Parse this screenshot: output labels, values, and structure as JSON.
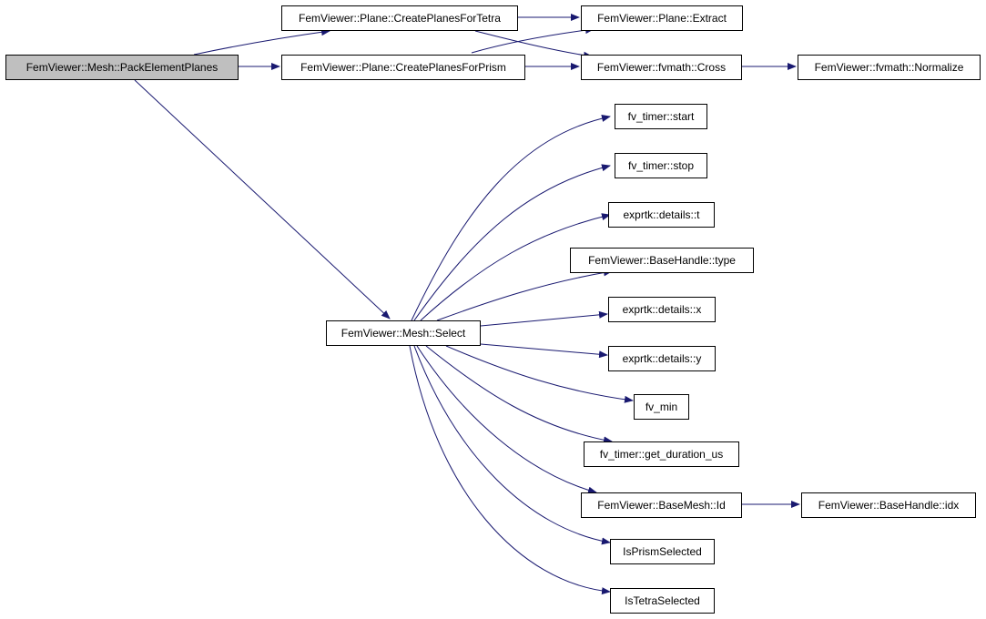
{
  "colors": {
    "edge": "#191970",
    "node_border": "#000000",
    "node_fill": "#ffffff",
    "root_fill": "#bfbfbf"
  },
  "nodes": {
    "pack_element_planes": "FemViewer::Mesh::PackElementPlanes",
    "create_planes_for_tetra": "FemViewer::Plane::CreatePlanesForTetra",
    "create_planes_for_prism": "FemViewer::Plane::CreatePlanesForPrism",
    "plane_extract": "FemViewer::Plane::Extract",
    "fvmath_cross": "FemViewer::fvmath::Cross",
    "fvmath_normalize": "FemViewer::fvmath::Normalize",
    "mesh_select": "FemViewer::Mesh::Select",
    "fv_timer_start": "fv_timer::start",
    "fv_timer_stop": "fv_timer::stop",
    "exprtk_t": "exprtk::details::t",
    "basehandle_type": "FemViewer::BaseHandle::type",
    "exprtk_x": "exprtk::details::x",
    "exprtk_y": "exprtk::details::y",
    "fv_min": "fv_min",
    "fv_timer_get_duration_us": "fv_timer::get_duration_us",
    "basemesh_id": "FemViewer::BaseMesh::Id",
    "basehandle_idx": "FemViewer::BaseHandle::idx",
    "is_prism_selected": "IsPrismSelected",
    "is_tetra_selected": "IsTetraSelected"
  }
}
